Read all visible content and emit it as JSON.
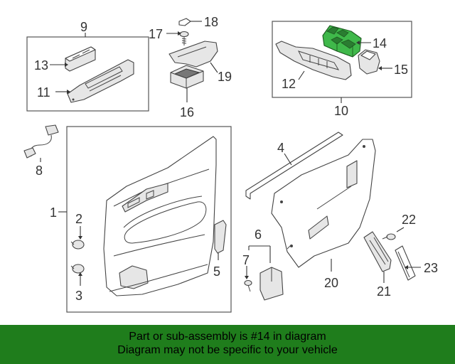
{
  "callouts": {
    "c1": "1",
    "c2": "2",
    "c3": "3",
    "c4": "4",
    "c5": "5",
    "c6": "6",
    "c7": "7",
    "c8": "8",
    "c9": "9",
    "c10": "10",
    "c11": "11",
    "c12": "12",
    "c13": "13",
    "c14": "14",
    "c15": "15",
    "c16": "16",
    "c17": "17",
    "c18": "18",
    "c19": "19",
    "c20": "20",
    "c21": "21",
    "c22": "22",
    "c23": "23"
  },
  "highlight_part": "14",
  "colors": {
    "highlight": "#3fb84a",
    "banner_bg": "#1f7d1c",
    "line": "#444444"
  },
  "banner": {
    "line1": "Part or sub-assembly is #14 in diagram",
    "line2": "Diagram may not be specific to your vehicle"
  }
}
